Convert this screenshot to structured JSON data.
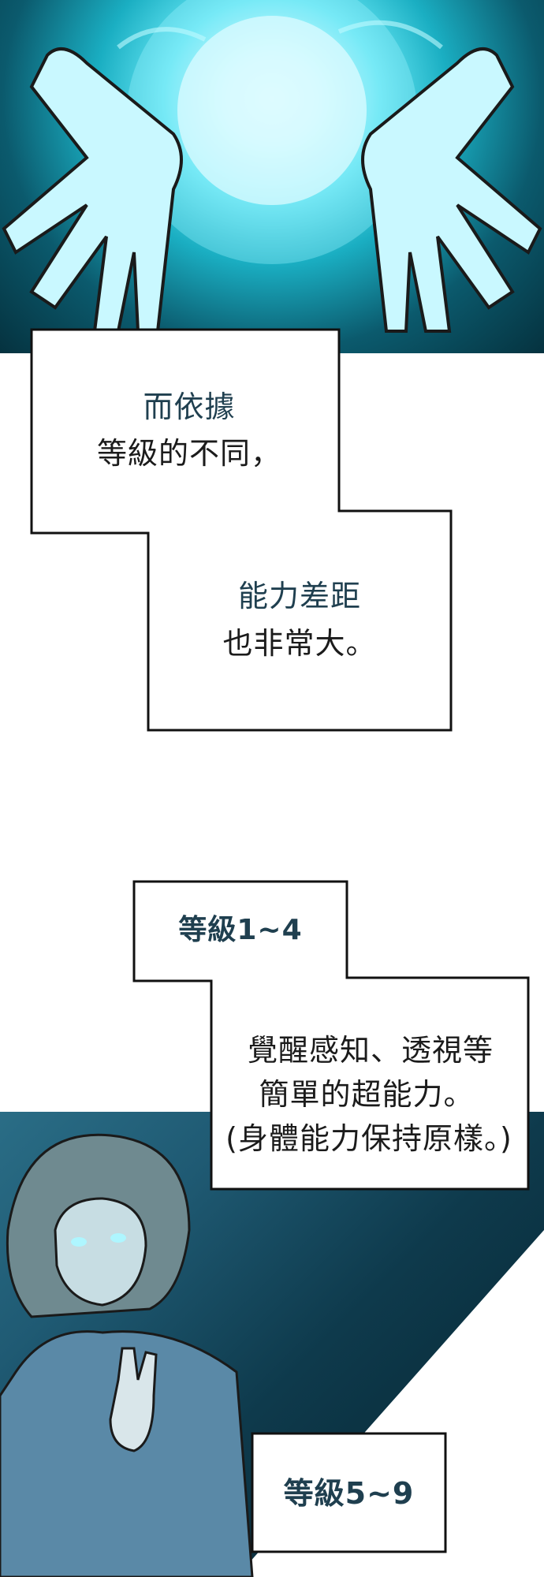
{
  "panels": {
    "top": {
      "scene": "glowing-hands"
    },
    "bottom": {
      "scene": "awakened-girl"
    }
  },
  "captions": {
    "cap1": {
      "line1": "而依據",
      "line2": "等級的不同，"
    },
    "cap2": {
      "line1": "能力差距",
      "line2": "也非常大。"
    },
    "cap3": {
      "title": "等級1~4"
    },
    "cap4": {
      "line1": "覺醒感知、透視等",
      "line2": "簡單的超能力。",
      "line3": "(身體能力保持原樣。)"
    },
    "cap5": {
      "title": "等級5~9"
    }
  },
  "colors": {
    "glow": "#62e4f2",
    "text": "#1f3f4f",
    "border": "#111111"
  }
}
